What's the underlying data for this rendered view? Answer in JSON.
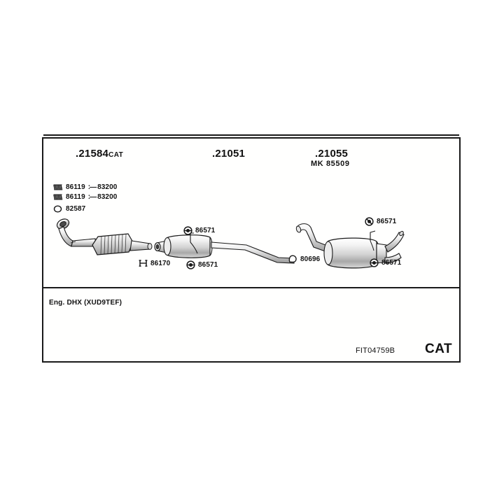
{
  "sheet": {
    "reference_code": "FIT04759B",
    "cat_mark": "CAT",
    "engine_note": "Eng. DHX (XUD9TEF)"
  },
  "sections": [
    {
      "id": "catalytic-converter",
      "number": ".21584",
      "suffix": "CAT",
      "sub": ""
    },
    {
      "id": "centre-silencer",
      "number": ".21051",
      "suffix": "",
      "sub": ""
    },
    {
      "id": "rear-silencer",
      "number": ".21055",
      "suffix": "",
      "sub": "MK 85509"
    }
  ],
  "legend": {
    "rows": [
      {
        "icon": "spring-icon",
        "code": "86119",
        "dash": ":—",
        "code2": "83200"
      },
      {
        "icon": "spring-icon",
        "code": "86119",
        "dash": ":—",
        "code2": "83200"
      },
      {
        "icon": "gasket-ring-icon",
        "code": "82587",
        "dash": "",
        "code2": ""
      }
    ]
  },
  "callouts": [
    {
      "id": "centre-clamp-top",
      "icon": "clamp-icon",
      "code": "86571"
    },
    {
      "id": "centre-bracket",
      "icon": "bracket-icon",
      "code": "86170"
    },
    {
      "id": "centre-clamp-bot",
      "icon": "clamp-icon",
      "code": "86571"
    },
    {
      "id": "rear-gasket",
      "icon": "seal-icon",
      "code": "80696"
    },
    {
      "id": "rear-clamp-top",
      "icon": "clamp-icon",
      "code": "86571"
    },
    {
      "id": "rear-clamp-bot",
      "icon": "clamp-icon",
      "code": "86571"
    }
  ],
  "colors": {
    "ink": "#1a1a1a",
    "paper": "#ffffff",
    "metal_light": "#f2f2f2",
    "metal_mid": "#cfcfcf",
    "metal_dark": "#8d8d8d"
  }
}
